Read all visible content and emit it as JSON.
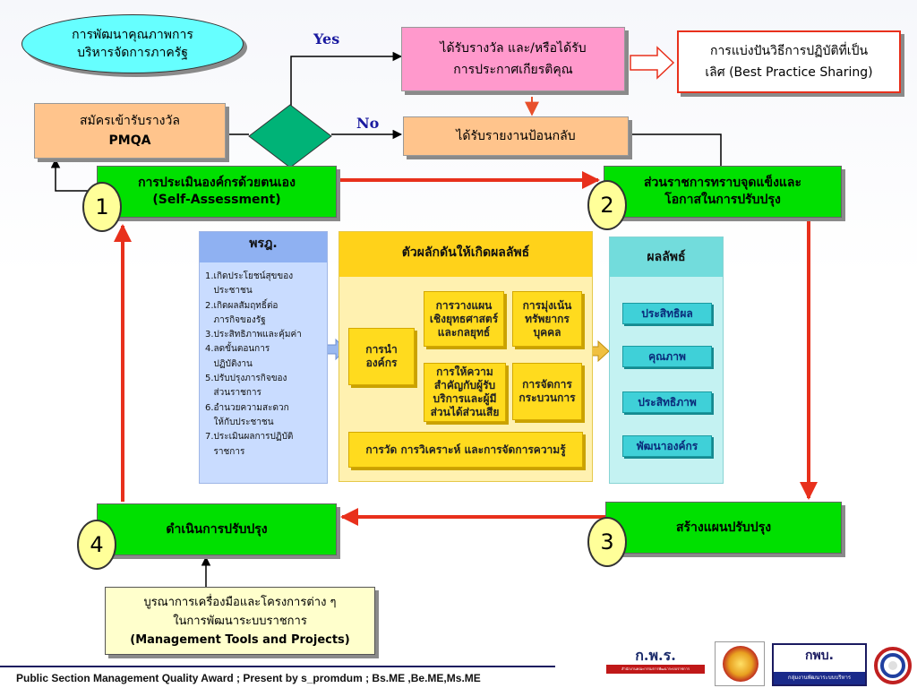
{
  "title_bubble": {
    "line1": "การพัฒนาคุณภาพการ",
    "line2": "บริหารจัดการภาครัฐ"
  },
  "apply_box": {
    "line1": "สมัครเข้ารับรางวัล",
    "line2": "PMQA"
  },
  "award_box": {
    "line1": "ได้รับรางวัล และ/หรือได้รับ",
    "line2": "การประกาศเกียรติคุณ"
  },
  "best_practice_box": {
    "line1": "การแบ่งปันวิธีการปฏิบัติที่เป็น",
    "line2": "เลิศ (Best Practice Sharing)"
  },
  "feedback_box": {
    "label": "ได้รับรายงานป้อนกลับ"
  },
  "decision": {
    "yes": "Yes",
    "no": "No"
  },
  "step1": {
    "line1": "การประเมินองค์กรด้วยตนเอง",
    "line2": "(Self-Assessment)",
    "num": "1"
  },
  "step2": {
    "line1": "ส่วนราชการทราบจุดแข็งและ",
    "line2": "โอกาสในการปรับปรุง",
    "num": "2"
  },
  "step3": {
    "label": "สร้างแผนปรับปรุง",
    "num": "3"
  },
  "step4": {
    "label": "ดำเนินการปรับปรุง",
    "num": "4"
  },
  "law_panel": {
    "header": "พรฎ.",
    "items": [
      "1.เกิดประโยชน์สุขของ",
      "   ประชาชน",
      "2.เกิดผลสัมฤทธิ์ต่อ",
      "   ภารกิจของรัฐ",
      "3.ประสิทธิภาพและคุ้มค่า",
      "4.ลดขั้นตอนการ",
      "   ปฏิบัติงาน",
      "5.ปรับปรุงภารกิจของ",
      "   ส่วนราชการ",
      "6.อำนวยความสะดวก",
      "   ให้กับประชาชน",
      "7.ประเมินผลการปฏิบัติ",
      "   ราชการ"
    ]
  },
  "drivers_panel": {
    "header": "ตัวผลักดันให้เกิดผลลัพธ์",
    "leadership": {
      "line1": "การนำ",
      "line2": "องค์กร"
    },
    "strategy": {
      "line1": "การวางแผน",
      "line2": "เชิงยุทธศาสตร์",
      "line3": "และกลยุทธ์"
    },
    "hr": {
      "line1": "การมุ่งเน้น",
      "line2": "ทรัพยากร",
      "line3": "บุคคล"
    },
    "customer": {
      "line1": "การให้ความ",
      "line2": "สำคัญกับผู้รับ",
      "line3": "บริการและผู้มี",
      "line4": "ส่วนได้ส่วนเสีย"
    },
    "process": {
      "line1": "การจัดการ",
      "line2": "กระบวนการ"
    },
    "measurement": "การวัด การวิเคราะห์ และการจัดการความรู้"
  },
  "results_panel": {
    "header": "ผลลัพธ์",
    "items": [
      "ประสิทธิผล",
      "คุณภาพ",
      "ประสิทธิภาพ",
      "พัฒนาองค์กร"
    ]
  },
  "tools_box": {
    "line1": "บูรณาการเครื่องมือและโครงการต่าง ๆ",
    "line2": "ในการพัฒนาระบบราชการ",
    "line3": "(Management Tools and Projects)"
  },
  "footer": {
    "text": "Public Section Management Quality Award ; Present by s_promdum ; Bs.ME ,Be.ME,Ms.ME"
  },
  "logos": {
    "ocsc_name": "ก.พ.ร.",
    "ocsc_sub": "สำนักงานคณะกรรมการพัฒนาระบบราชการ",
    "gpb_name": "กพบ.",
    "gpb_sub": "กลุ่มงานพัฒนาระบบบริหาร"
  },
  "colors": {
    "green": "#00e000",
    "pink": "#ff99cc",
    "orange": "#ffc48c",
    "yellow": "#ffdb1e",
    "cyan": "#3fd0d8",
    "red": "#e8301c"
  }
}
